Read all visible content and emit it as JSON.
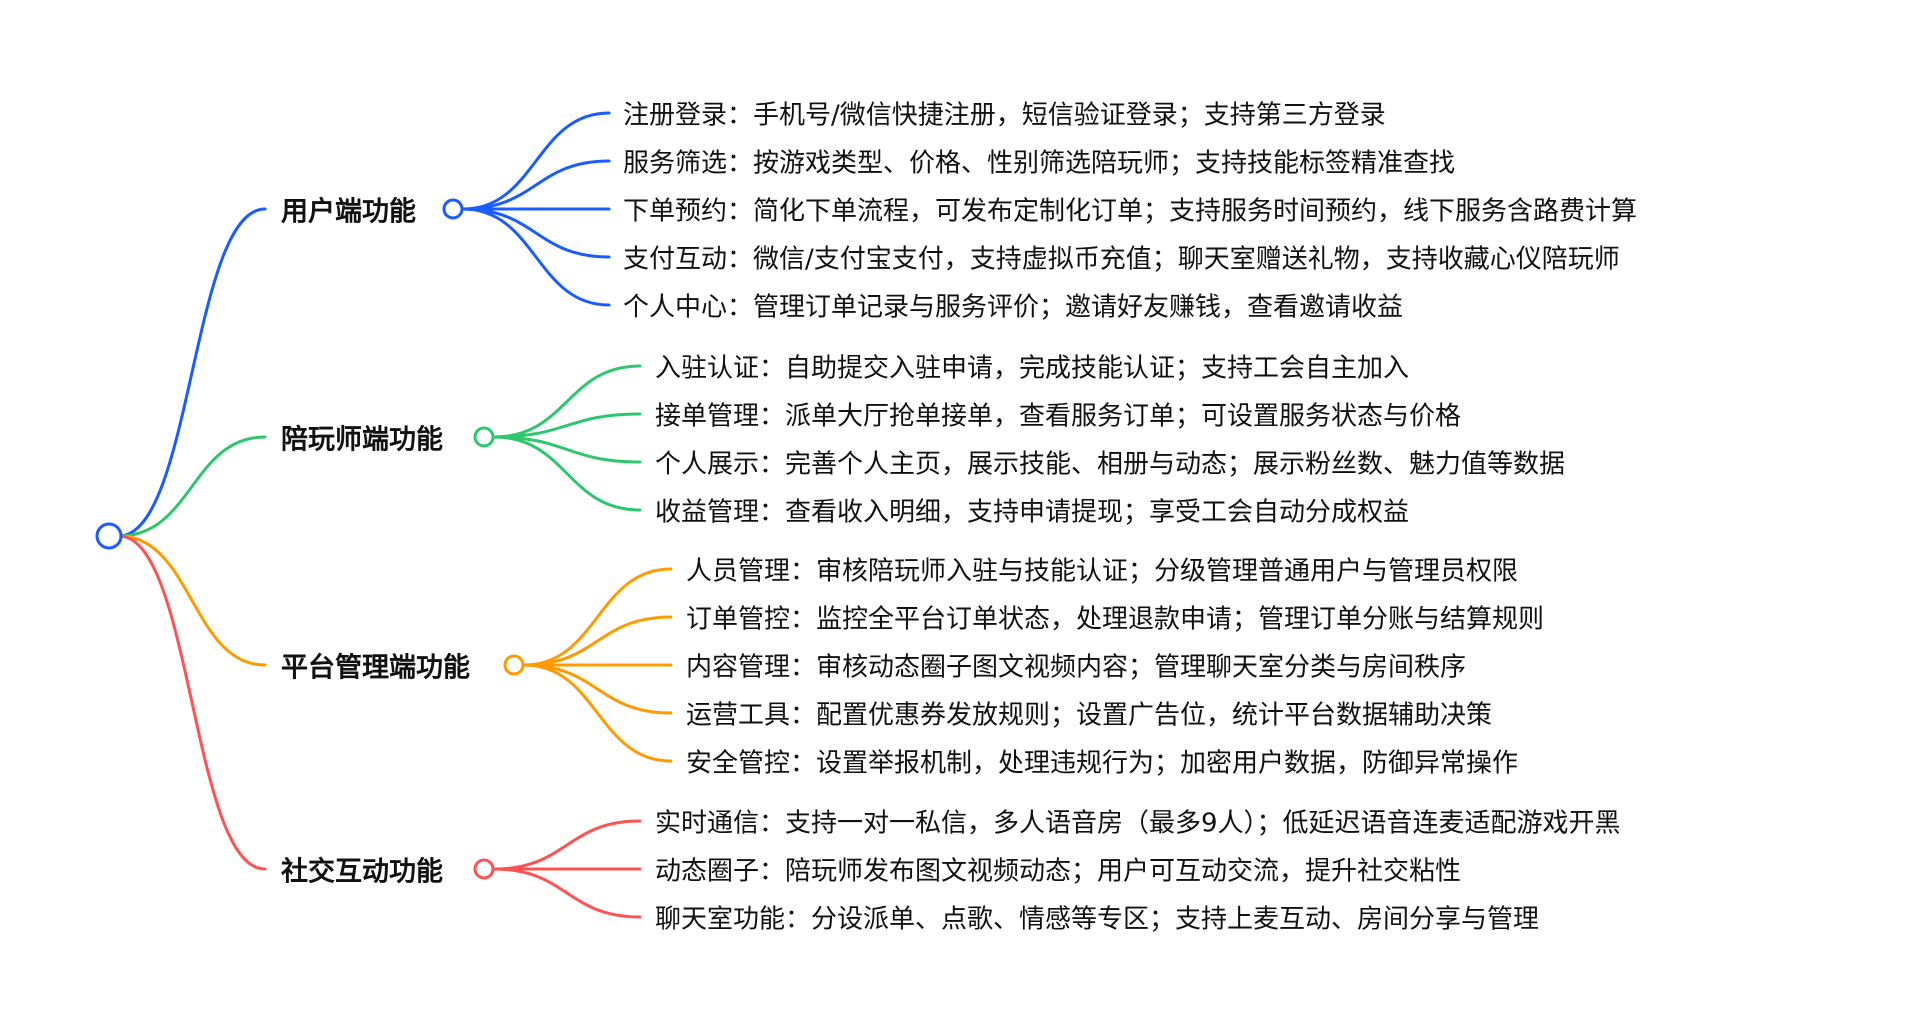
{
  "colors": {
    "root": "#1a5cff"
  },
  "branches": [
    {
      "label": "用户端功能",
      "color": "#1a5cff",
      "items": [
        "注册登录：手机号/微信快捷注册，短信验证登录；支持第三方登录",
        "服务筛选：按游戏类型、价格、性别筛选陪玩师；支持技能标签精准查找",
        "下单预约：简化下单流程，可发布定制化订单；支持服务时间预约，线下服务含路费计算",
        "支付互动：微信/支付宝支付，支持虚拟币充值；聊天室赠送礼物，支持收藏心仪陪玩师",
        "个人中心：管理订单记录与服务评价；邀请好友赚钱，查看邀请收益"
      ]
    },
    {
      "label": "陪玩师端功能",
      "color": "#2ec66e",
      "items": [
        "入驻认证：自助提交入驻申请，完成技能认证；支持工会自主加入",
        "接单管理：派单大厅抢单接单，查看服务订单；可设置服务状态与价格",
        "个人展示：完善个人主页，展示技能、相册与动态；展示粉丝数、魅力值等数据",
        "收益管理：查看收入明细，支持申请提现；享受工会自动分成权益"
      ]
    },
    {
      "label": "平台管理端功能",
      "color": "#ff9a00",
      "items": [
        "人员管理：审核陪玩师入驻与技能认证；分级管理普通用户与管理员权限",
        "订单管控：监控全平台订单状态，处理退款申请；管理订单分账与结算规则",
        "内容管理：审核动态圈子图文视频内容；管理聊天室分类与房间秩序",
        "运营工具：配置优惠券发放规则；设置广告位，统计平台数据辅助决策",
        "安全管控：设置举报机制，处理违规行为；加密用户数据，防御异常操作"
      ]
    },
    {
      "label": "社交互动功能",
      "color": "#ff5252",
      "items": [
        "实时通信：支持一对一私信，多人语音房（最多9人）；低延迟语音连麦适配游戏开黑",
        "动态圈子：陪玩师发布图文视频动态；用户可互动交流，提升社交粘性",
        "聊天室功能：分设派单、点歌、情感等专区；支持上麦互动、房间分享与管理"
      ]
    }
  ]
}
